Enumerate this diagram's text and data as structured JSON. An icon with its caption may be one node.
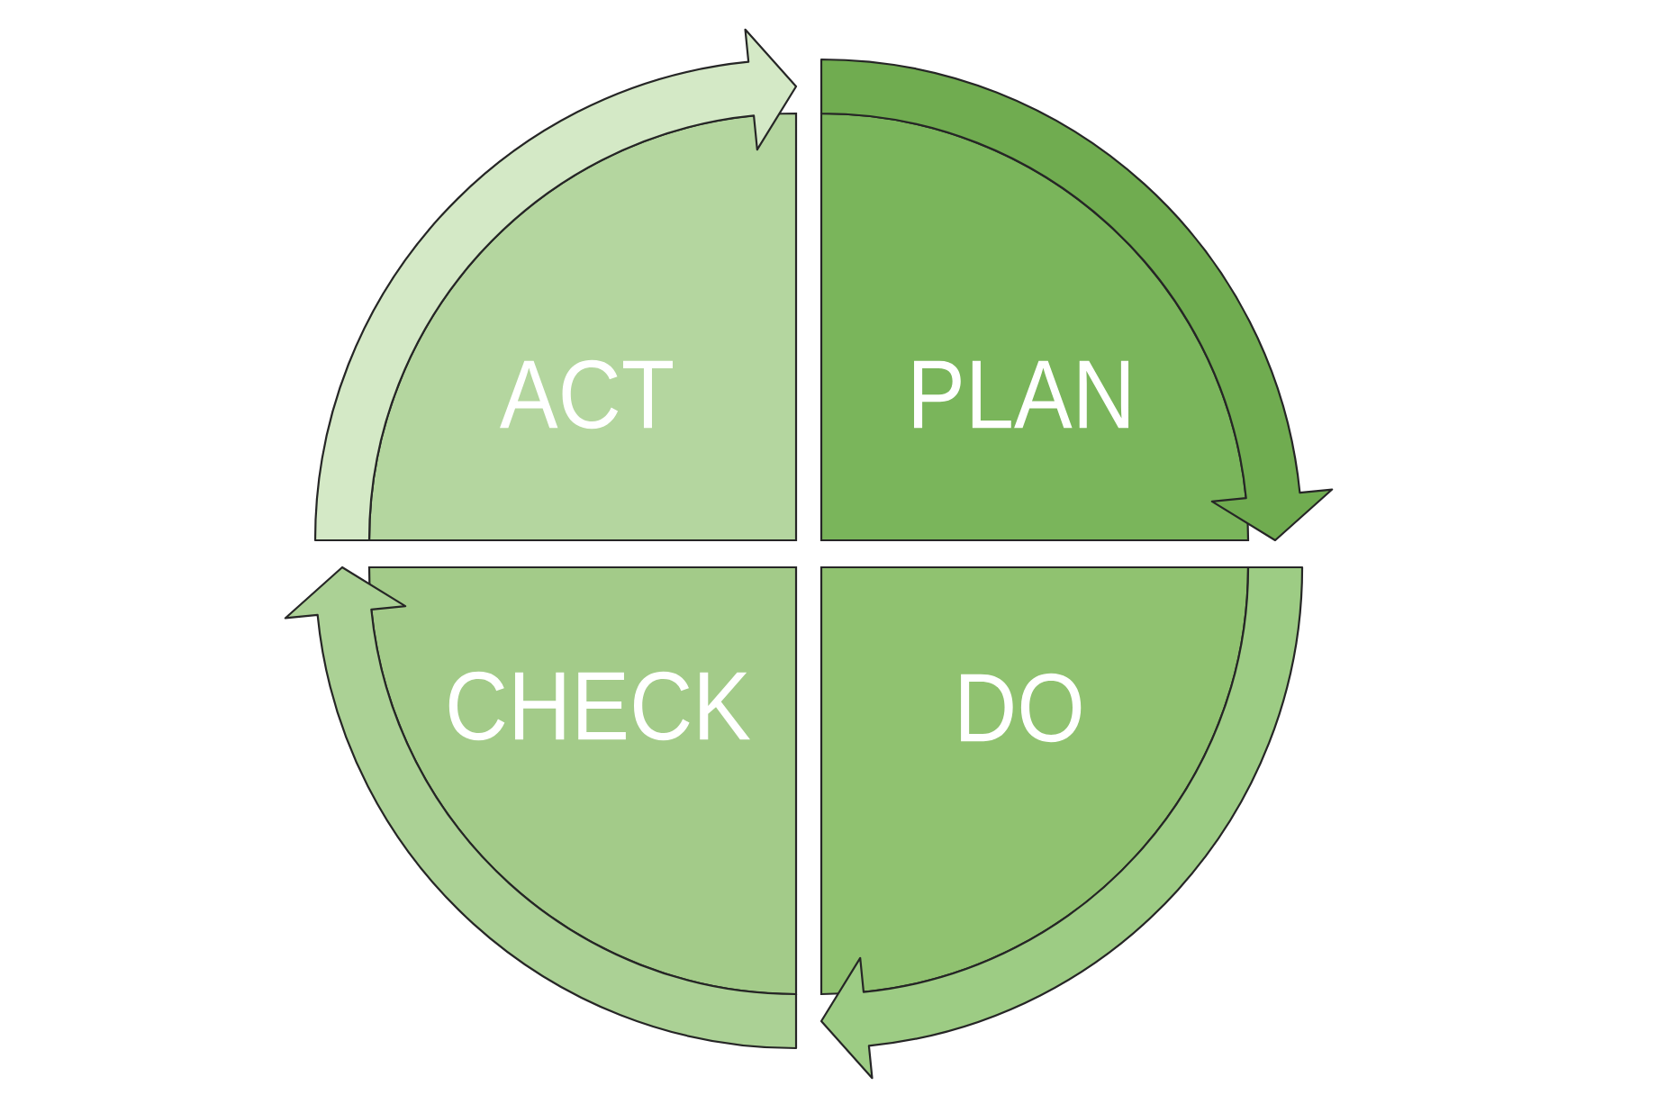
{
  "diagram": {
    "nodes": [
      {
        "text": [
          "ACT"
        ]
      },
      {
        "text": [
          "PLAN"
        ]
      },
      {
        "text": [
          "CHECK"
        ]
      },
      {
        "text": [
          "DO"
        ]
      }
    ],
    "edges": [
      {
        "from": 0,
        "to": 1,
        "arrow": "to",
        "color": "#d4e9c6"
      },
      {
        "from": 1,
        "to": 3,
        "arrow": "to",
        "color": "#70ac50"
      },
      {
        "from": 3,
        "to": 2,
        "arrow": "to",
        "color": "#9dcc84"
      },
      {
        "from": 2,
        "to": 0,
        "arrow": "to",
        "color": "#abd195"
      }
    ]
  }
}
